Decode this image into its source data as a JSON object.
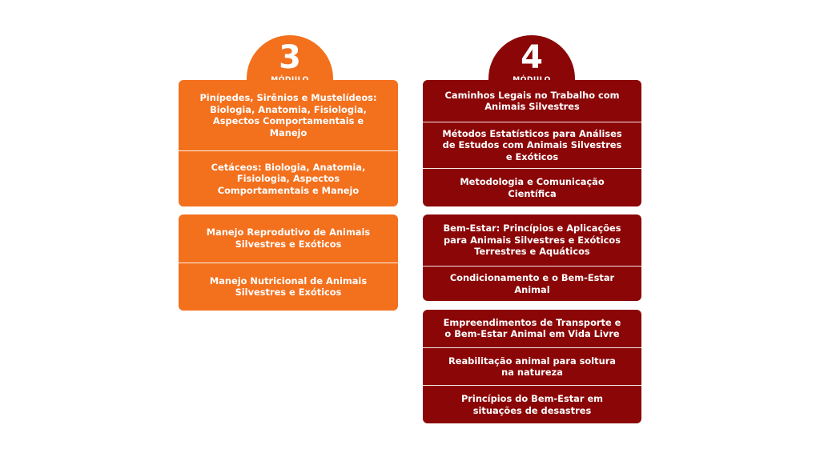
{
  "modules": [
    {
      "number": "3",
      "label": "MÓDULO",
      "color": "#f3701d",
      "cards": [
        {
          "items": [
            "Pinípedes, Sirênios e Mustelídeos: Biologia, Anatomia, Fisiologia, Aspectos Comportamentais e Manejo",
            "Cetáceos: Biologia, Anatomia, Fisiologia, Aspectos Comportamentais e Manejo"
          ]
        },
        {
          "items": [
            "Manejo Reprodutivo de Animais Silvestres e Exóticos",
            "Manejo Nutricional de Animais Silvestres e Exóticos"
          ]
        }
      ]
    },
    {
      "number": "4",
      "label": "MÓDULO",
      "color": "#8b0607",
      "cards": [
        {
          "items": [
            "Caminhos Legais no Trabalho com Animais Silvestres",
            "Métodos Estatísticos para Análises de Estudos com Animais Silvestres e Exóticos",
            "Metodologia e Comunicação Científica"
          ]
        },
        {
          "items": [
            "Bem-Estar: Princípios e Aplicações para Animais Silvestres e Exóticos Terrestres e Aquáticos",
            "Condicionamento e o Bem-Estar Animal"
          ]
        },
        {
          "items": [
            "Empreendimentos de Transporte e o Bem-Estar Animal em Vida Livre",
            "Reabilitação animal para soltura na natureza",
            "Princípios do Bem-Estar em situações de desastres"
          ]
        }
      ]
    }
  ]
}
